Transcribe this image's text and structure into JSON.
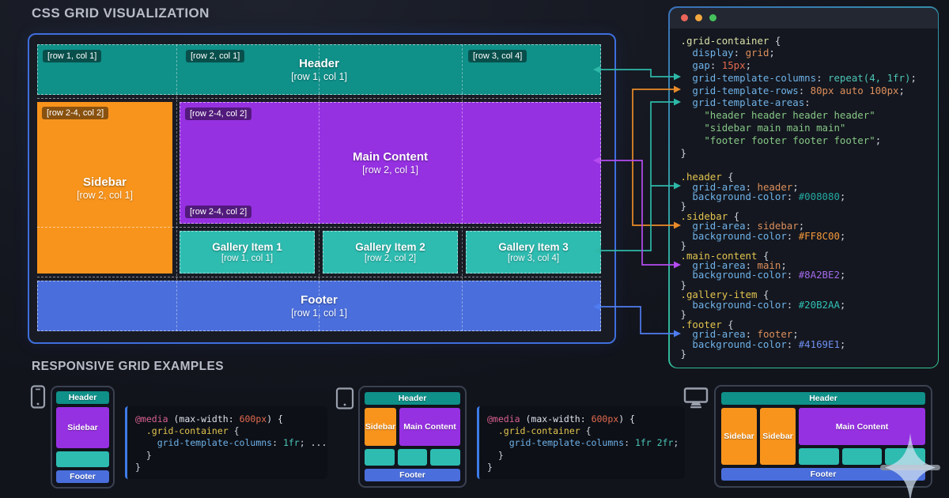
{
  "page": {
    "title": "CSS GRID VISUALIZATION",
    "section2_title": "RESPONSIVE GRID EXAMPLES"
  },
  "colors": {
    "header": "#0F9089",
    "gallery": "#2EBCB1",
    "sidebar": "#F8941C",
    "main": "#9631E2",
    "footer": "#4A6EDC",
    "grid_panel_border": "#3E6EDC",
    "code_panel_border": "#2FAE9B",
    "arrow_teal": "#2DB8A8",
    "arrow_orange": "#EA8B28",
    "arrow_purple": "#B44CF0",
    "arrow_blue": "#4F7CF0",
    "dot_red": "#EC655A",
    "dot_yellow": "#F0A73D",
    "dot_green": "#45C25C"
  },
  "grid": {
    "header": {
      "name": "Header",
      "pos": "[row 1, col 1]",
      "chip1": "[row 1, col 1]",
      "chip2": "[row 2, col 1]",
      "chip3": "[row 3, col 4]"
    },
    "sidebar": {
      "name": "Sidebar",
      "pos": "[row 2, col 1]",
      "chip": "[row 2-4, col 2]"
    },
    "main": {
      "name": "Main Content",
      "pos": "[row 2, col 1]",
      "chip_top": "[row 2-4, col 2]",
      "chip_bottom": "[row 2-4, col 2]"
    },
    "gallery": [
      {
        "name": "Gallery Item 1",
        "pos": "[row 1, col 1]"
      },
      {
        "name": "Gallery Item 2",
        "pos": "[row 2, col 2]"
      },
      {
        "name": "Gallery Item 3",
        "pos": "[row 3, col 4]"
      }
    ],
    "footer": {
      "name": "Footer",
      "pos": "[row 1, col 1]"
    }
  },
  "code_panel": {
    "lines": [
      [
        [
          "sel",
          ".grid-container"
        ],
        [
          "pun",
          " {"
        ]
      ],
      [
        [
          "prop",
          "  display"
        ],
        [
          "pun",
          ": "
        ],
        [
          "orange",
          "grid"
        ],
        [
          "pun",
          ";"
        ]
      ],
      [
        [
          "prop",
          "  gap"
        ],
        [
          "pun",
          ": "
        ],
        [
          "red",
          "15px"
        ],
        [
          "pun",
          ";"
        ]
      ],
      [
        [
          "prop",
          "  grid-template-columns"
        ],
        [
          "pun",
          ": "
        ],
        [
          "teal",
          "repeat(4, 1fr)"
        ],
        [
          "pun",
          ";"
        ]
      ],
      [
        [
          "prop",
          "  grid-template-rows"
        ],
        [
          "pun",
          ": "
        ],
        [
          "orange",
          "80px auto 100px"
        ],
        [
          "pun",
          ";"
        ]
      ],
      [
        [
          "prop",
          "  grid-template-areas"
        ],
        [
          "pun",
          ":"
        ]
      ],
      [
        [
          "str",
          "    \"header header header header\""
        ]
      ],
      [
        [
          "str",
          "    \"sidebar main main main\""
        ]
      ],
      [
        [
          "str",
          "    \"footer footer footer footer\""
        ],
        [
          "pun",
          ";"
        ]
      ],
      [
        [
          "pun",
          "}"
        ]
      ],
      [],
      [
        [
          "sel2",
          ".header"
        ],
        [
          "pun",
          " {"
        ]
      ],
      [
        [
          "prop",
          "  grid-area"
        ],
        [
          "pun",
          ": "
        ],
        [
          "orange",
          "header"
        ],
        [
          "pun",
          ";"
        ]
      ],
      [
        [
          "prop",
          "  background-color"
        ],
        [
          "pun",
          ": "
        ],
        [
          "hexteal",
          "#008080"
        ],
        [
          "pun",
          ";"
        ]
      ],
      [
        [
          "pun",
          "}"
        ]
      ],
      [
        [
          "sel2",
          ".sidebar"
        ],
        [
          "pun",
          " {"
        ]
      ],
      [
        [
          "prop",
          "  grid-area"
        ],
        [
          "pun",
          ": "
        ],
        [
          "orange",
          "sidebar"
        ],
        [
          "pun",
          ";"
        ]
      ],
      [
        [
          "prop",
          "  background-color"
        ],
        [
          "pun",
          ": "
        ],
        [
          "hexorange",
          "#FF8C00"
        ],
        [
          "pun",
          ";"
        ]
      ],
      [
        [
          "pun",
          "}"
        ]
      ],
      [
        [
          "sel2",
          ".main-content"
        ],
        [
          "pun",
          " {"
        ]
      ],
      [
        [
          "prop",
          "  grid-area"
        ],
        [
          "pun",
          ": "
        ],
        [
          "orange",
          "main"
        ],
        [
          "pun",
          ";"
        ]
      ],
      [
        [
          "prop",
          "  background-color"
        ],
        [
          "pun",
          ": "
        ],
        [
          "hexpurple",
          "#8A2BE2"
        ],
        [
          "pun",
          ";"
        ]
      ],
      [
        [
          "pun",
          "}"
        ]
      ],
      [
        [
          "sel2",
          ".gallery-item"
        ],
        [
          "pun",
          " {"
        ]
      ],
      [
        [
          "prop",
          "  background-color"
        ],
        [
          "pun",
          ": "
        ],
        [
          "hexteal2",
          "#20B2AA"
        ],
        [
          "pun",
          ";"
        ]
      ],
      [
        [
          "pun",
          "}"
        ]
      ],
      [
        [
          "sel2",
          ".footer"
        ],
        [
          "pun",
          " {"
        ]
      ],
      [
        [
          "prop",
          "  grid-area"
        ],
        [
          "pun",
          ": "
        ],
        [
          "orange",
          "footer"
        ],
        [
          "pun",
          ";"
        ]
      ],
      [
        [
          "prop",
          "  background-color"
        ],
        [
          "pun",
          ": "
        ],
        [
          "hexblue",
          "#4169E1"
        ],
        [
          "pun",
          ";"
        ]
      ],
      [
        [
          "pun",
          "}"
        ]
      ]
    ]
  },
  "responsive": {
    "mobile": {
      "header": "Header",
      "sidebar": "Sidebar",
      "footer": "Footer"
    },
    "tablet": {
      "header": "Header",
      "sidebar": "Sidebar",
      "main": "Main Content",
      "footer": "Footer"
    },
    "desktop": {
      "header": "Header",
      "sidebar1": "Sidebar",
      "sidebar2": "Sidebar",
      "main": "Main Content",
      "footer": "Footer"
    },
    "code1": {
      "lines": [
        [
          [
            "at",
            "@media"
          ],
          [
            "white",
            " (max-width: "
          ],
          [
            "red",
            "600px"
          ],
          [
            "white",
            ") {"
          ]
        ],
        [
          [
            "sel2",
            "  .grid-container"
          ],
          [
            "pun",
            " {"
          ]
        ],
        [
          [
            "prop",
            "    grid-template-columns"
          ],
          [
            "pun",
            ": "
          ],
          [
            "teal",
            "1fr"
          ],
          [
            "pun",
            "; "
          ],
          [
            "white",
            "..."
          ]
        ],
        [
          [
            "pun",
            "  }"
          ]
        ],
        [
          [
            "pun",
            "}"
          ]
        ]
      ]
    },
    "code2": {
      "lines": [
        [
          [
            "at",
            "@media"
          ],
          [
            "white",
            " (max-width: "
          ],
          [
            "red",
            "600px"
          ],
          [
            "white",
            ") {"
          ]
        ],
        [
          [
            "sel2",
            "  .grid-container"
          ],
          [
            "pun",
            " {"
          ]
        ],
        [
          [
            "prop",
            "    grid-template-columns"
          ],
          [
            "pun",
            ": "
          ],
          [
            "teal",
            "1fr 2fr"
          ],
          [
            "pun",
            ";"
          ]
        ],
        [
          [
            "pun",
            "  }"
          ]
        ],
        [
          [
            "pun",
            "}"
          ]
        ]
      ]
    }
  }
}
